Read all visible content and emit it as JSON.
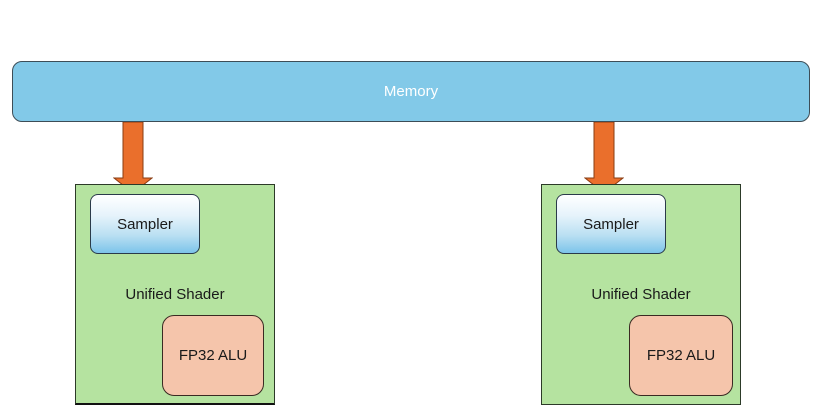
{
  "memory": {
    "label": "Memory"
  },
  "colors": {
    "memory_fill": "#82c9e8",
    "arrow_fill": "#ea6f2c",
    "shader_fill": "#b5e3a0",
    "alu_fill": "#f5c5ab"
  },
  "units": [
    {
      "shader_label": "Unified Shader",
      "sampler_label": "Sampler",
      "alu_label": "FP32 ALU"
    },
    {
      "shader_label": "Unified Shader",
      "sampler_label": "Sampler",
      "alu_label": "FP32 ALU"
    }
  ]
}
